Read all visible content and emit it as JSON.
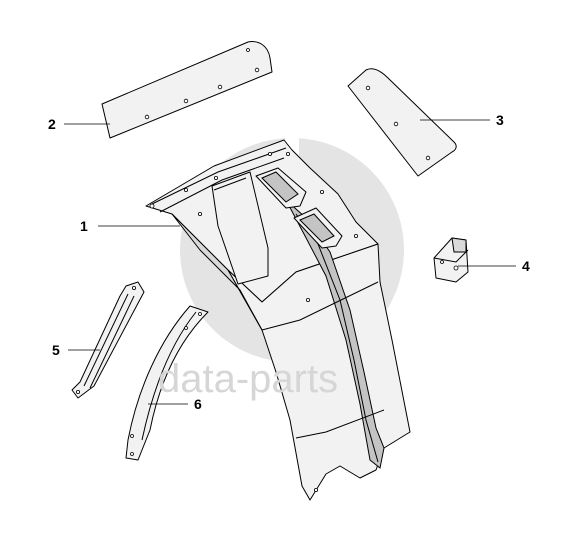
{
  "watermark": {
    "text": "data-parts"
  },
  "callouts": [
    {
      "id": "1",
      "label": "1"
    },
    {
      "id": "2",
      "label": "2"
    },
    {
      "id": "3",
      "label": "3"
    },
    {
      "id": "4",
      "label": "4"
    },
    {
      "id": "5",
      "label": "5"
    },
    {
      "id": "6",
      "label": "6"
    }
  ]
}
